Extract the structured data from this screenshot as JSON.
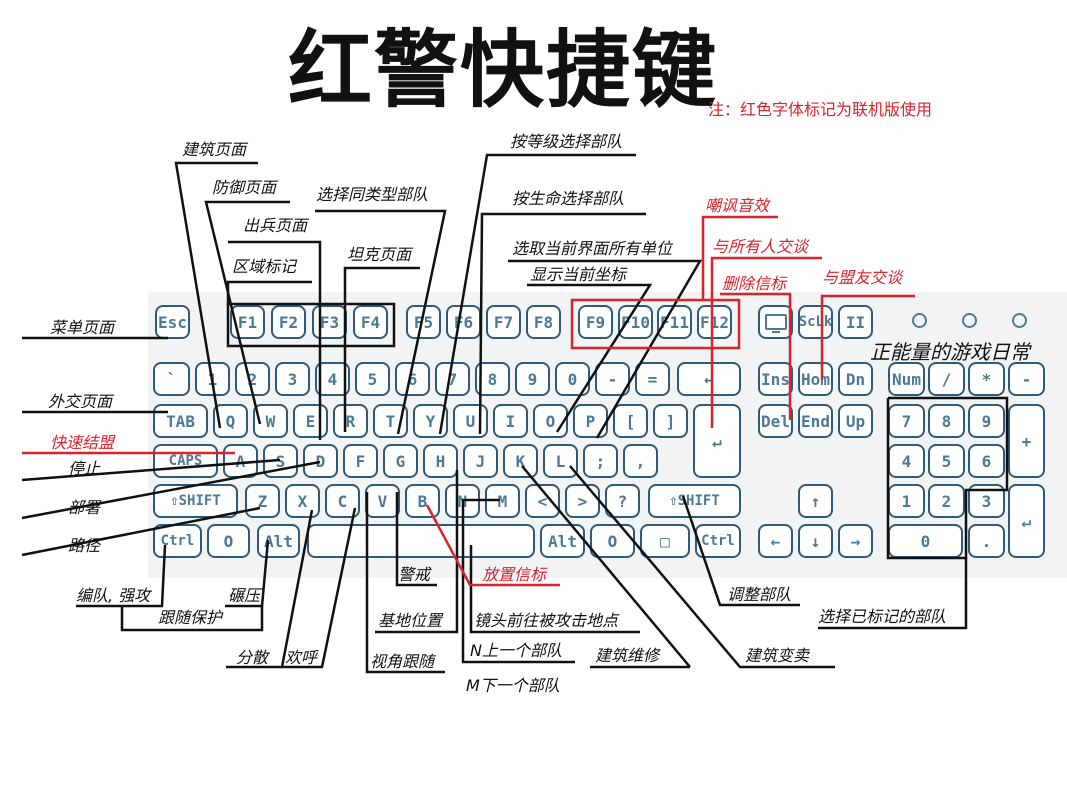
{
  "title": "红警快捷键",
  "note": "注：红色字体标记为联机版使用",
  "slogan": "正能量的游戏日常",
  "colors": {
    "online_red": "#d9232d",
    "key_border": "#2f5b78",
    "key_text": "#4a7a98"
  },
  "keyboard": {
    "rows": [
      [
        "Esc",
        "F1",
        "F2",
        "F3",
        "F4",
        "F5",
        "F6",
        "F7",
        "F8",
        "F9",
        "F10",
        "F11",
        "F12",
        "",
        "ScLk",
        "II"
      ],
      [
        "`",
        "1",
        "2",
        "3",
        "4",
        "5",
        "6",
        "7",
        "8",
        "9",
        "0",
        "-",
        "=",
        "←",
        "Ins",
        "Hom",
        "Dn",
        "Num",
        "/",
        "*",
        "-"
      ],
      [
        "TAB",
        "Q",
        "W",
        "E",
        "R",
        "T",
        "Y",
        "U",
        "I",
        "O",
        "P",
        "[",
        "]",
        "↵",
        "Del",
        "End",
        "Up",
        "7",
        "8",
        "9",
        "+"
      ],
      [
        "CAPS",
        "A",
        "S",
        "D",
        "F",
        "G",
        "H",
        "J",
        "K",
        "L",
        ";",
        ",",
        " 4",
        "5",
        "6"
      ],
      [
        "⇧SHIFT",
        "Z",
        "X",
        "C",
        "V",
        "B",
        "N",
        "M",
        "<",
        ">",
        "?",
        "⇧SHIFT",
        "↑",
        "1",
        "2",
        "3",
        "↵"
      ],
      [
        "Ctrl",
        "O",
        "Alt",
        "",
        "Alt",
        "O",
        "□",
        "Ctrl",
        "←",
        "↓",
        "→",
        "0",
        "."
      ]
    ],
    "screen_key_icon": "monitor-icon"
  },
  "labels": [
    "建筑页面",
    "防御页面",
    "出兵页面",
    "区域标记",
    "坦克页面",
    "选择同类型部队",
    "按等级选择部队",
    "按生命选择部队",
    "选取当前界面所有单位",
    "显示当前坐标",
    "嘲讽音效",
    "与所有人交谈",
    "删除信标",
    "与盟友交谈",
    "菜单页面",
    "外交页面",
    "快速结盟",
    "停止",
    "部署",
    "路径",
    "编队, 强攻",
    "碾压",
    "跟随保护",
    "分散",
    "欢呼",
    "视角跟随",
    "警戒",
    "基地位置",
    "放置信标",
    "镜头前往被攻击地点",
    "N上一个部队",
    "M下一个部队",
    "建筑维修",
    "建筑变卖",
    "调整部队",
    "选择已标记的部队"
  ]
}
